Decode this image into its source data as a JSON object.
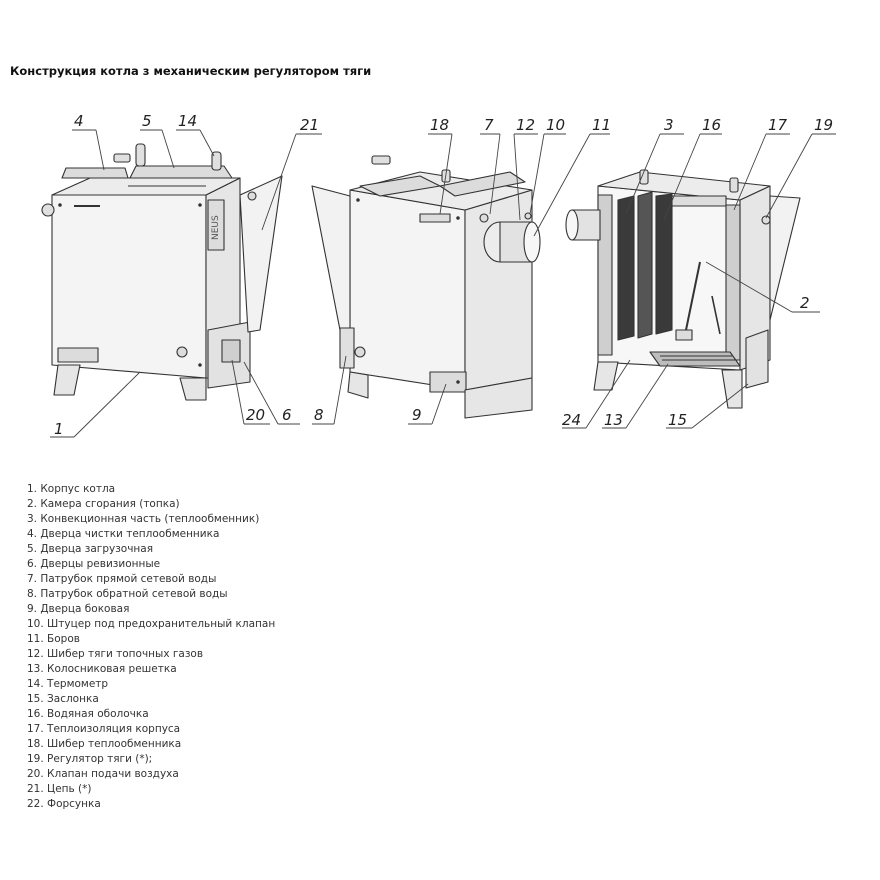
{
  "title": "Конструкция котла з механическим регулятором тяги",
  "callouts": {
    "c1": "1",
    "c2": "2",
    "c3": "3",
    "c4": "4",
    "c5": "5",
    "c6": "6",
    "c7": "7",
    "c8": "8",
    "c9": "9",
    "c10": "10",
    "c11": "11",
    "c12": "12",
    "c13": "13",
    "c14": "14",
    "c15": "15",
    "c16": "16",
    "c17": "17",
    "c18": "18",
    "c19": "19",
    "c20": "20",
    "c21": "21",
    "c24": "24",
    "logo": "NEUS"
  },
  "legend": [
    "1. Корпус котла",
    "2. Камера сгорания (топка)",
    "3. Конвекционная часть (теплообменник)",
    "4. Дверца чистки теплообменника",
    "5. Дверца загрузочная",
    "6. Дверцы ревизионные",
    "7. Патрубок прямой сетевой воды",
    "8. Патрубок обратной сетевой воды",
    "9. Дверца боковая",
    "10. Штуцер под предохранительный клапан",
    "11. Боров",
    "12. Шибер тяги топочных газов",
    "13. Колосниковая решетка",
    "14. Термометр",
    "15. Заслонка",
    "16. Водяная оболочка",
    "17. Теплоизоляция корпуса",
    "18. Шибер теплообменника",
    "19. Регулятор тяги (*);",
    "20. Клапан подачи воздуха",
    "21. Цепь (*)",
    "22. Форсунка"
  ]
}
